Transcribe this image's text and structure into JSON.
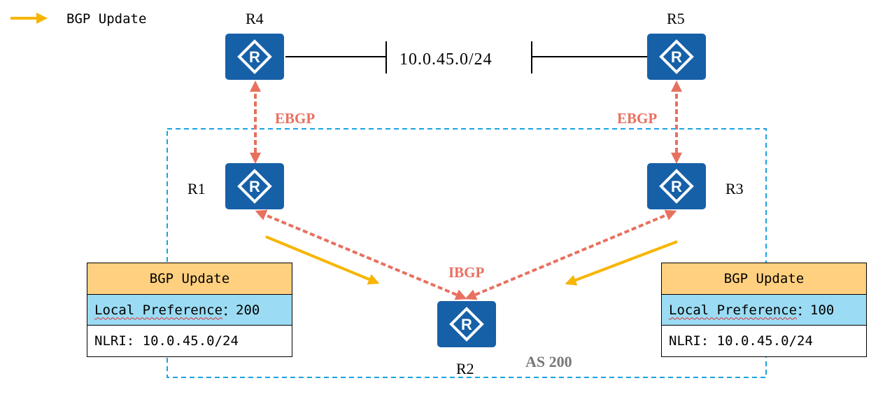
{
  "legend": {
    "label": "BGP Update",
    "arrow_color": "#f7b500"
  },
  "routers": {
    "r1": {
      "name": "R1"
    },
    "r2": {
      "name": "R2"
    },
    "r3": {
      "name": "R3"
    },
    "r4": {
      "name": "R4"
    },
    "r5": {
      "name": "R5"
    }
  },
  "network": {
    "prefix": "10.0.45.0/24"
  },
  "sessions": {
    "ebgp_left": "EBGP",
    "ebgp_right": "EBGP",
    "ibgp": "IBGP"
  },
  "as_label": "AS 200",
  "updates": {
    "left": {
      "title": "BGP Update",
      "lp_label": "Local Preference",
      "lp_sep": "：",
      "lp_value": "200",
      "nlri": "NLRI: 10.0.45.0/24"
    },
    "right": {
      "title": "BGP Update",
      "lp_label": "Local Preference",
      "lp_sep": "：",
      "lp_value": "100",
      "nlri": "NLRI: 10.0.45.0/24"
    }
  },
  "colors": {
    "router_blue": "#1660a8",
    "session_red": "#e8705f",
    "as_border": "#1aa3e0",
    "update_arrow": "#f7b500",
    "header_fill": "#ffd07f",
    "lp_fill": "#9bdcf4"
  },
  "icons": {
    "router": "router-icon"
  }
}
